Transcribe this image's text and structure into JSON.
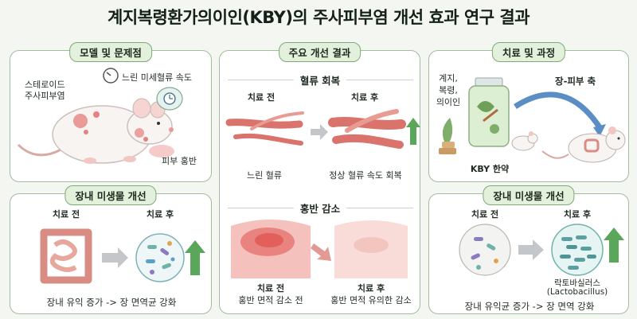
{
  "title": "계지복령환가의이인(KBY)의 주사피부염 개선 효과 연구 결과",
  "model_panel": {
    "header": "모델 및 문제점",
    "label_disease_line1": "스테로이드",
    "label_disease_line2": "주사피부염",
    "label_slow_flow": "느린 미세혈류 속도",
    "label_redness": "피부 홍반"
  },
  "gut_left_panel": {
    "header": "장내 미생물 개선",
    "before": "치료 전",
    "after": "치료 후",
    "caption": "장내 유익 증가 -> 장 면역균 강화"
  },
  "results_panel": {
    "header": "주요 개선 결과",
    "blood_flow": {
      "subhead": "혈류 회복",
      "before": "치료 전",
      "after": "치료 후",
      "before_caption": "느린 혈류",
      "after_caption": "정상 혈류 속도 회복"
    },
    "erythema": {
      "subhead": "홍반 감소",
      "before_line1": "치료 전",
      "before_line2": "홍반 면적 감소 전",
      "after_line1": "치료 후",
      "after_line2": "홍반 면적 유의한 감소"
    }
  },
  "treatment_panel": {
    "header": "치료 및 과정",
    "herb_line1": "계지,",
    "herb_line2": "복령,",
    "herb_line3": "의이인",
    "gut_skin_axis": "장-피부 축",
    "kby_label": "KBY 한약"
  },
  "gut_right_panel": {
    "header": "장내 미생물 개선",
    "before": "치료 전",
    "after": "치료 후",
    "bacteria_line1": "락토바실러스",
    "bacteria_line2": "(Lactobacillus)",
    "caption": "장내 유익균 증가 -> 장 면역 강화"
  },
  "colors": {
    "accent_green": "#5aa65a",
    "panel_border": "#9fbf9a",
    "redness": "#e0504c",
    "vessel": "#d9736b"
  }
}
